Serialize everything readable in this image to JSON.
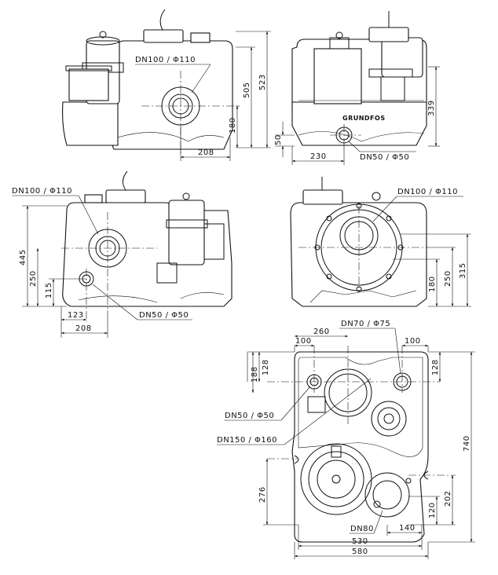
{
  "views": {
    "side_left": {
      "pipe_label": "DN100 / Φ110",
      "dims": {
        "overall_height": "523",
        "height_505": "505",
        "inlet_height": "180",
        "inlet_offset": "208"
      }
    },
    "front": {
      "pipe_label": "DN50 / Φ50",
      "brand": "GRUNDFOS",
      "dims": {
        "height": "339",
        "outlet_height": "50",
        "outlet_offset": "230"
      }
    },
    "side_right": {
      "pipe_label_top": "DN100 / Φ110",
      "pipe_label_bottom": "DN50 / Φ50",
      "dims": {
        "height": "445",
        "inlet_height": "250",
        "outlet_height": "115",
        "offset_123": "123",
        "offset_208": "208"
      }
    },
    "back": {
      "pipe_label": "DN100 / Φ110",
      "dims": {
        "h315": "315",
        "h250": "250",
        "h180": "180"
      }
    },
    "top": {
      "labels": {
        "dn70": "DN70 / Φ75",
        "dn50": "DN50 / Φ50",
        "dn150": "DN150 / Φ160",
        "dn80": "DN80"
      },
      "dims": {
        "left_100": "100",
        "center_260": "260",
        "right_100": "100",
        "left_188": "188",
        "left_128": "128",
        "right_128": "128",
        "depth_740": "740",
        "left_276": "276",
        "right_202": "202",
        "right_120": "120",
        "w_140": "140",
        "w_530": "530",
        "w_580": "580"
      }
    }
  }
}
